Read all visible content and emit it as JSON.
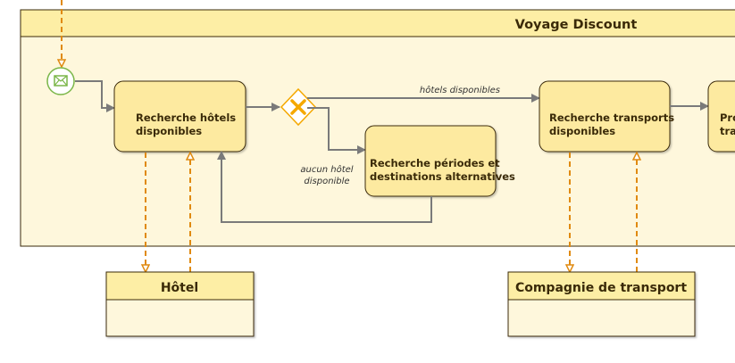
{
  "pool": {
    "title": "Voyage Discount"
  },
  "tasks": [
    {
      "id": "t1",
      "lines": [
        "Recherche hôtels",
        "disponibles"
      ]
    },
    {
      "id": "t2",
      "lines": [
        "Recherche périodes et",
        "destinations alternatives"
      ]
    },
    {
      "id": "t3",
      "lines": [
        "Recherche transports",
        "disponibles"
      ]
    },
    {
      "id": "t4",
      "lines": [
        "Pro",
        "tra"
      ]
    }
  ],
  "gateway": {
    "type": "exclusive",
    "icon": "x-icon"
  },
  "start_event": {
    "type": "message",
    "icon": "envelope-icon"
  },
  "flow_labels": {
    "available": "hôtels disponibles",
    "none_line1": "aucun hôtel",
    "none_line2": "disponible"
  },
  "external_pools": [
    {
      "id": "hotel",
      "title": "Hôtel"
    },
    {
      "id": "transport",
      "title": "Compagnie de transport"
    }
  ],
  "colors": {
    "pool_header": "#fdeea5",
    "pool_body": "#fef7dc",
    "task_fill": "#fdeaa0",
    "border": "#3a2a08",
    "sequence_flow": "#7a7a7a",
    "message_flow": "#e08a10",
    "start_event": "#7ab648",
    "gateway": "#f5a800"
  }
}
